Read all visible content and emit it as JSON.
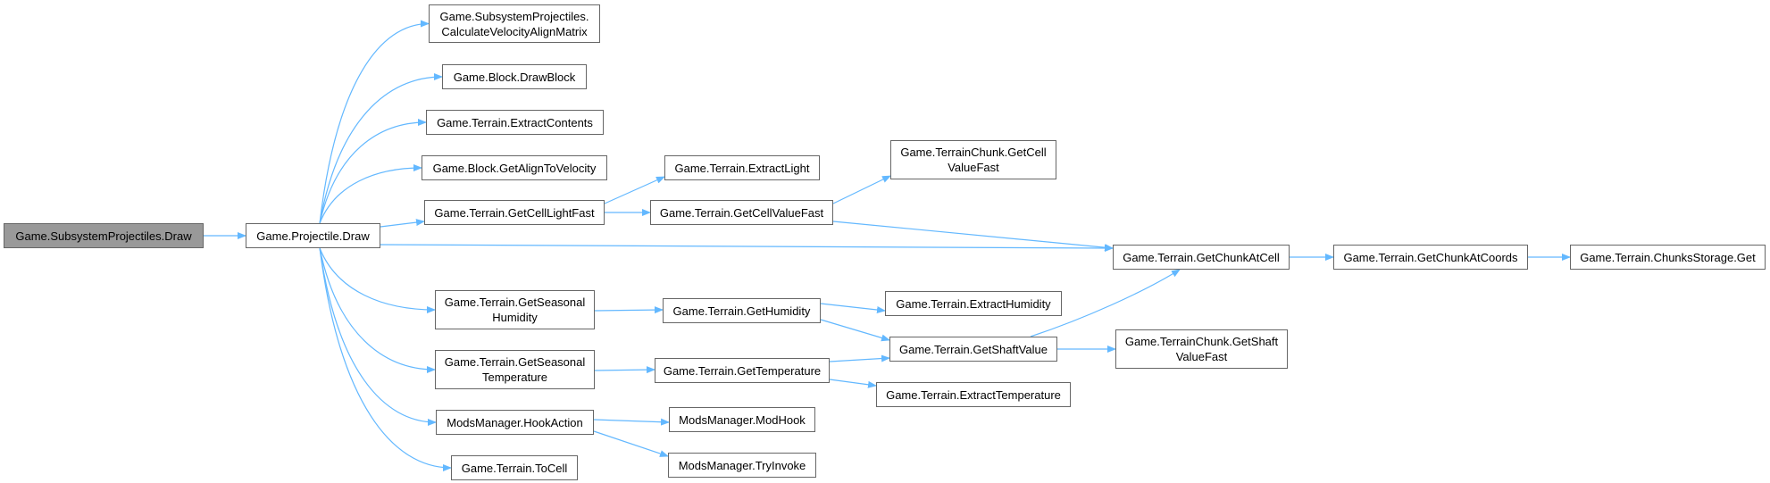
{
  "nodes": {
    "root": [
      "Game.SubsystemProjectiles.Draw"
    ],
    "projectile_draw": [
      "Game.Projectile.Draw"
    ],
    "calc_velocity": [
      "Game.SubsystemProjectiles.",
      "CalculateVelocityAlignMatrix"
    ],
    "draw_block": [
      "Game.Block.DrawBlock"
    ],
    "extract_contents": [
      "Game.Terrain.ExtractContents"
    ],
    "get_align": [
      "Game.Block.GetAlignToVelocity"
    ],
    "get_cell_light_fast": [
      "Game.Terrain.GetCellLightFast"
    ],
    "get_seasonal_humidity": [
      "Game.Terrain.GetSeasonal",
      "Humidity"
    ],
    "get_seasonal_temperature": [
      "Game.Terrain.GetSeasonal",
      "Temperature"
    ],
    "hook_action": [
      "ModsManager.HookAction"
    ],
    "to_cell": [
      "Game.Terrain.ToCell"
    ],
    "extract_light": [
      "Game.Terrain.ExtractLight"
    ],
    "get_cell_value_fast": [
      "Game.Terrain.GetCellValueFast"
    ],
    "chunk_get_cell_value_fast": [
      "Game.TerrainChunk.GetCell",
      "ValueFast"
    ],
    "get_chunk_at_cell": [
      "Game.Terrain.GetChunkAtCell"
    ],
    "get_humidity": [
      "Game.Terrain.GetHumidity"
    ],
    "extract_humidity": [
      "Game.Terrain.ExtractHumidity"
    ],
    "get_shaft_value": [
      "Game.Terrain.GetShaftValue"
    ],
    "chunk_get_shaft_value_fast": [
      "Game.TerrainChunk.GetShaft",
      "ValueFast"
    ],
    "get_temperature": [
      "Game.Terrain.GetTemperature"
    ],
    "extract_temperature": [
      "Game.Terrain.ExtractTemperature"
    ],
    "mod_hook": [
      "ModsManager.ModHook"
    ],
    "try_invoke": [
      "ModsManager.TryInvoke"
    ],
    "get_chunk_at_coords": [
      "Game.Terrain.GetChunkAtCoords"
    ],
    "chunks_storage_get": [
      "Game.Terrain.ChunksStorage.Get"
    ]
  },
  "edges": [
    [
      "root",
      "projectile_draw"
    ],
    [
      "projectile_draw",
      "calc_velocity"
    ],
    [
      "projectile_draw",
      "draw_block"
    ],
    [
      "projectile_draw",
      "extract_contents"
    ],
    [
      "projectile_draw",
      "get_align"
    ],
    [
      "projectile_draw",
      "get_cell_light_fast"
    ],
    [
      "projectile_draw",
      "get_chunk_at_cell"
    ],
    [
      "projectile_draw",
      "get_seasonal_humidity"
    ],
    [
      "projectile_draw",
      "get_seasonal_temperature"
    ],
    [
      "projectile_draw",
      "hook_action"
    ],
    [
      "projectile_draw",
      "to_cell"
    ],
    [
      "get_cell_light_fast",
      "extract_light"
    ],
    [
      "get_cell_light_fast",
      "get_cell_value_fast"
    ],
    [
      "get_cell_value_fast",
      "chunk_get_cell_value_fast"
    ],
    [
      "get_cell_value_fast",
      "get_chunk_at_cell"
    ],
    [
      "get_chunk_at_cell",
      "get_chunk_at_coords"
    ],
    [
      "get_chunk_at_coords",
      "chunks_storage_get"
    ],
    [
      "get_seasonal_humidity",
      "get_humidity"
    ],
    [
      "get_humidity",
      "extract_humidity"
    ],
    [
      "get_humidity",
      "get_shaft_value"
    ],
    [
      "get_shaft_value",
      "get_chunk_at_cell"
    ],
    [
      "get_shaft_value",
      "chunk_get_shaft_value_fast"
    ],
    [
      "get_seasonal_temperature",
      "get_temperature"
    ],
    [
      "get_temperature",
      "get_shaft_value"
    ],
    [
      "get_temperature",
      "extract_temperature"
    ],
    [
      "hook_action",
      "mod_hook"
    ],
    [
      "hook_action",
      "try_invoke"
    ]
  ],
  "colors": {
    "edge": "#63b8ff",
    "root_fill": "#999999",
    "border": "#666666"
  }
}
